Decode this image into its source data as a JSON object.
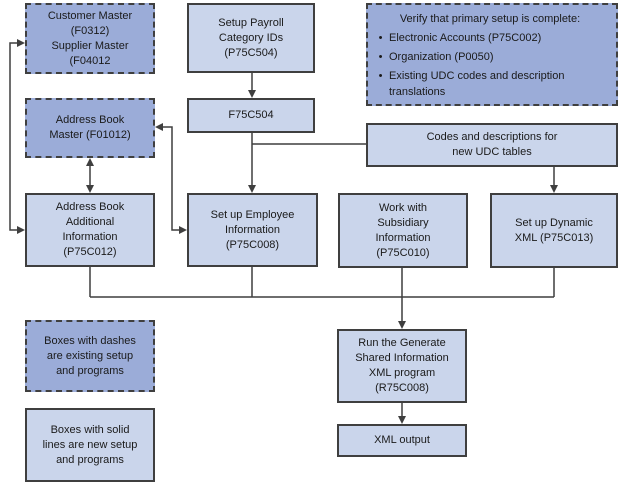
{
  "colors": {
    "existing_fill": "#9BACD8",
    "new_fill": "#CAD5EB",
    "border": "#3F3F3F",
    "connector": "#3F3F3F",
    "text": "#1A1A1A",
    "background": "#FFFFFF"
  },
  "boxes": {
    "customer_master": {
      "text": "Customer Master\n(F0312)\nSupplier Master\n(F04012",
      "style": "existing-dashed"
    },
    "setup_payroll": {
      "text": "Setup Payroll\nCategory IDs\n(P75C504)",
      "style": "new-solid"
    },
    "verify": {
      "heading": "Verify that primary setup is complete:",
      "bullets": [
        "Electronic Accounts (P75C002)",
        "Organization (P0050)",
        "Existing UDC codes and description translations"
      ],
      "bullet_glyph": "•",
      "style": "existing-dashed"
    },
    "address_book_master": {
      "text": "Address Book\nMaster (F01012)",
      "style": "existing-dashed"
    },
    "f75c504": {
      "text": "F75C504",
      "style": "new-solid"
    },
    "codes_descriptions": {
      "text": "Codes and descriptions for\nnew UDC tables",
      "style": "new-solid"
    },
    "ab_additional": {
      "text": "Address Book\nAdditional\nInformation\n(P75C012)",
      "style": "new-solid"
    },
    "setup_employee": {
      "text": "Set up Employee\nInformation\n(P75C008)",
      "style": "new-solid"
    },
    "work_subsidiary": {
      "text": "Work with\nSubsidiary\nInformation\n(P75C010)",
      "style": "new-solid"
    },
    "dynamic_xml": {
      "text": "Set up Dynamic\nXML (P75C013)",
      "style": "new-solid"
    },
    "legend_existing": {
      "text": "Boxes with dashes\nare existing setup\nand programs",
      "style": "existing-dashed"
    },
    "legend_new": {
      "text": "Boxes with solid\nlines are new setup\nand programs",
      "style": "new-solid"
    },
    "run_generate": {
      "text": "Run the Generate\nShared Information\nXML program\n(R75C008)",
      "style": "new-solid"
    },
    "xml_output": {
      "text": "XML output",
      "style": "new-solid"
    }
  }
}
